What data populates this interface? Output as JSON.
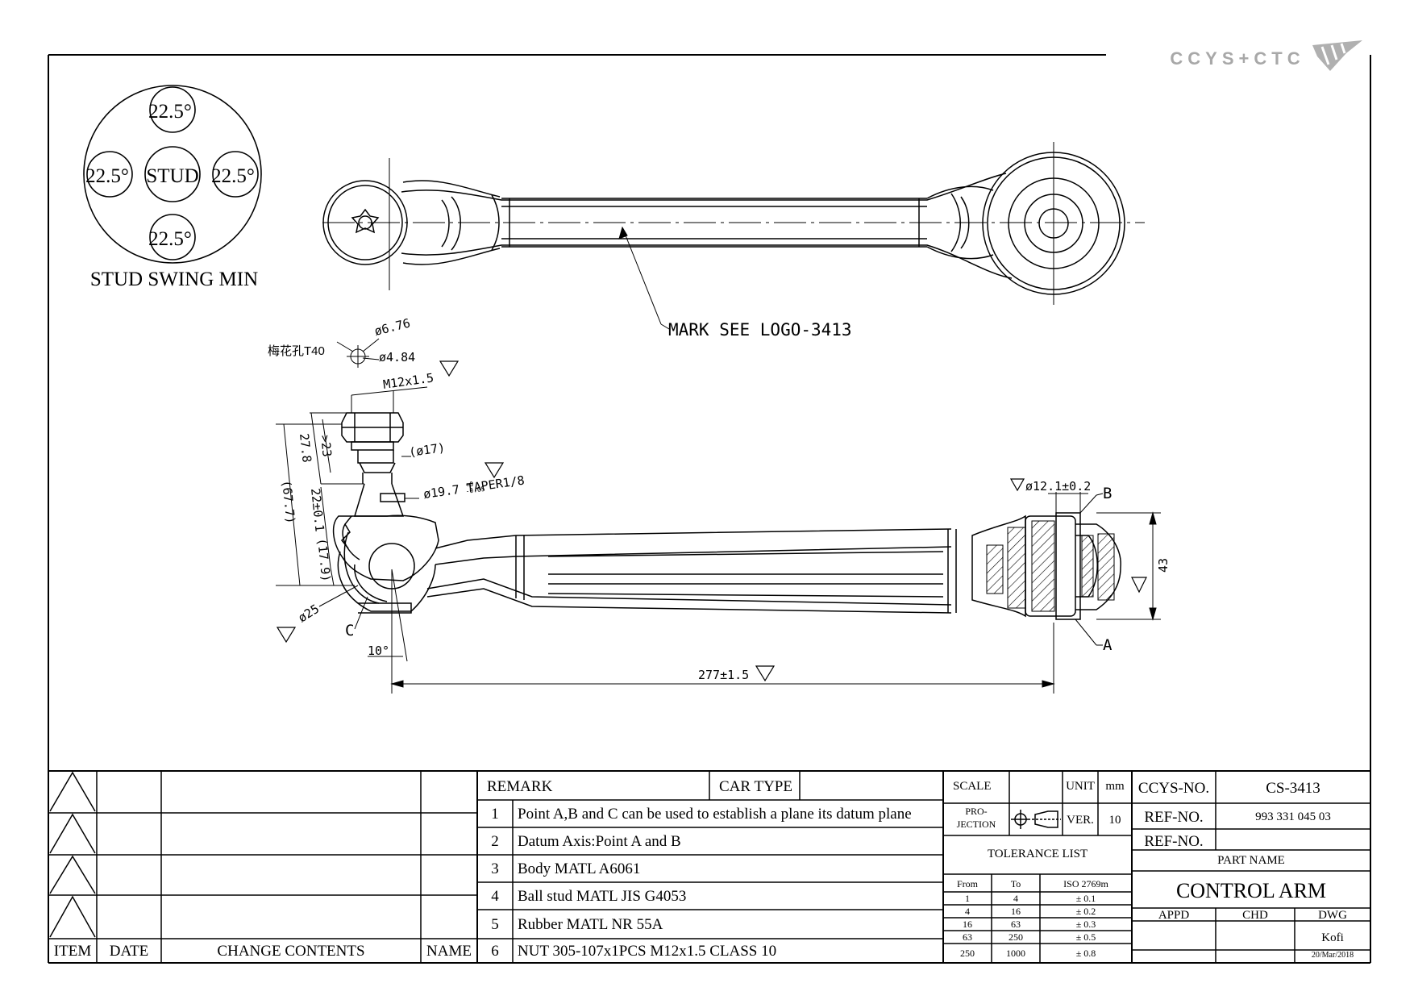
{
  "brand": {
    "logo_text": "CCYS+CTC"
  },
  "swing": {
    "angles": [
      "22.5°",
      "22.5°",
      "22.5°",
      "22.5°"
    ],
    "center": "STUD",
    "caption": "STUD SWING MIN"
  },
  "annotations": {
    "mark": "MARK SEE LOGO-3413",
    "torx": "梅花孔T40",
    "d676": "ø6.76",
    "d484": "ø4.84",
    "thread": "M12x1.5",
    "d17": "(ø17)",
    "taper": "ø19.7 TAPER1/8",
    "taper_tol_upper": "+0",
    "taper_tol_lower": "-0.05",
    "len_677": "(67.7)",
    "len_278": "27.8",
    "len_23": ">23",
    "len_22": "22±0.1",
    "len_179": "(17.9)",
    "d25": "ø25",
    "angle10": "10°",
    "length": "277±1.5",
    "bore": "ø12.1±0.2",
    "width43": "43",
    "point_a": "A",
    "point_b": "B",
    "point_c": "C"
  },
  "title_block": {
    "rev_headers": {
      "item": "ITEM",
      "date": "DATE",
      "change": "CHANGE CONTENTS",
      "name": "NAME"
    },
    "remark_label": "REMARK",
    "car_type_label": "CAR TYPE",
    "remarks": [
      {
        "no": "1",
        "text": "Point A,B and C can be used to establish a plane its datum plane"
      },
      {
        "no": "2",
        "text": "Datum Axis:Point A and B"
      },
      {
        "no": "3",
        "text": "Body MATL A6061"
      },
      {
        "no": "4",
        "text": "Ball stud MATL JIS G4053"
      },
      {
        "no": "5",
        "text": "Rubber MATL NR 55A"
      },
      {
        "no": "6",
        "text": "NUT 305-107x1PCS M12x1.5 CLASS 10"
      }
    ],
    "scale_label": "SCALE",
    "unit_label": "UNIT",
    "unit_value": "mm",
    "projection_label_1": "PRO-",
    "projection_label_2": "JECTION",
    "ver_label": "VER.",
    "ver_value": "10",
    "tolerance_title": "TOLERANCE LIST",
    "tol_headers": {
      "from": "From",
      "to": "To",
      "iso": "ISO 2769m"
    },
    "tolerances": [
      {
        "from": "1",
        "to": "4",
        "tol": "± 0.1"
      },
      {
        "from": "4",
        "to": "16",
        "tol": "± 0.2"
      },
      {
        "from": "16",
        "to": "63",
        "tol": "± 0.3"
      },
      {
        "from": "63",
        "to": "250",
        "tol": "± 0.5"
      },
      {
        "from": "250",
        "to": "1000",
        "tol": "± 0.8"
      }
    ],
    "ccys_no_label": "CCYS-NO.",
    "ccys_no": "CS-3413",
    "ref_no_label": "REF-NO.",
    "ref_no": "993 331 045 03",
    "ref_no2_label": "REF-NO.",
    "part_name_label": "PART NAME",
    "part_name": "CONTROL ARM",
    "appd_label": "APPD",
    "chd_label": "CHD",
    "dwg_label": "DWG",
    "drawer": "Kofi",
    "date": "20/Mar/2018"
  }
}
